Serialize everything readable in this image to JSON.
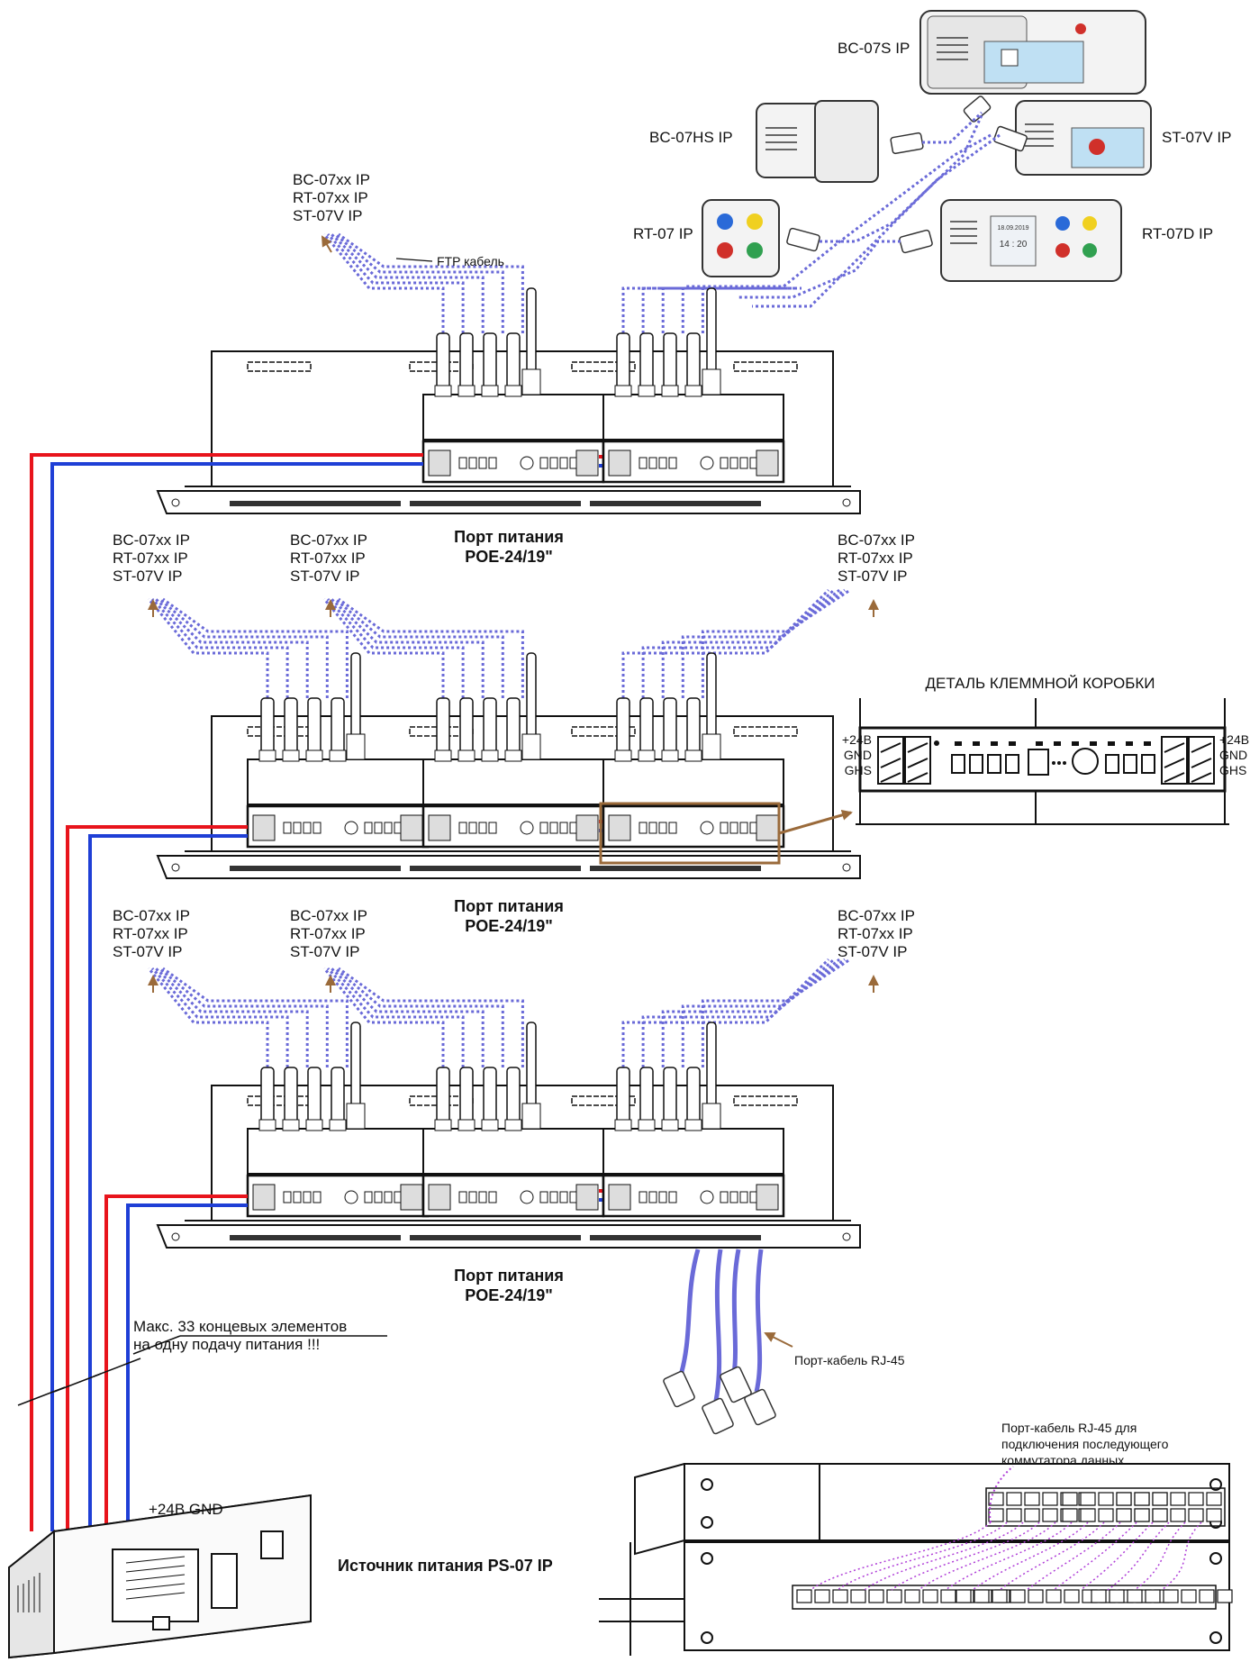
{
  "devices": {
    "bc07s": "BC-07S IP",
    "bc07hs": "BC-07HS IP",
    "st07v": "ST-07V IP",
    "rt07": "RT-07 IP",
    "rt07d": "RT-07D IP",
    "display_date": "18.09.2019",
    "display_time": "14 : 20"
  },
  "endpoint_label": {
    "line1": "BC-07xx IP",
    "line2": "RT-07xx IP",
    "line3": "ST-07V IP"
  },
  "ftp_cable": "FTP кабель",
  "power_port": {
    "line1": "Порт питания",
    "line2": "POE-24/19\""
  },
  "detail": {
    "title": "ДЕТАЛЬ КЛЕММНОЙ КОРОБКИ",
    "terminals": [
      "+24B",
      "GND",
      "GHS"
    ]
  },
  "rj45_cable": "Порт-кабель RJ-45",
  "rj45_next": {
    "line1": "Порт-кабель RJ-45 для",
    "line2": "подключения последующего",
    "line3": "коммутатора данных"
  },
  "max_note": {
    "line1": "Макс. 33 концевых  элементов",
    "line2": "на одну подачу питания !!!"
  },
  "psu_terminals": "+24B GND",
  "psu_name": "Источник питания PS-07 IP",
  "colors": {
    "plus": "#e8141c",
    "gnd": "#1f3fd6",
    "ftp": "#6a6ad8",
    "accent": "#9a6a3a",
    "patch": "#b040d8"
  }
}
